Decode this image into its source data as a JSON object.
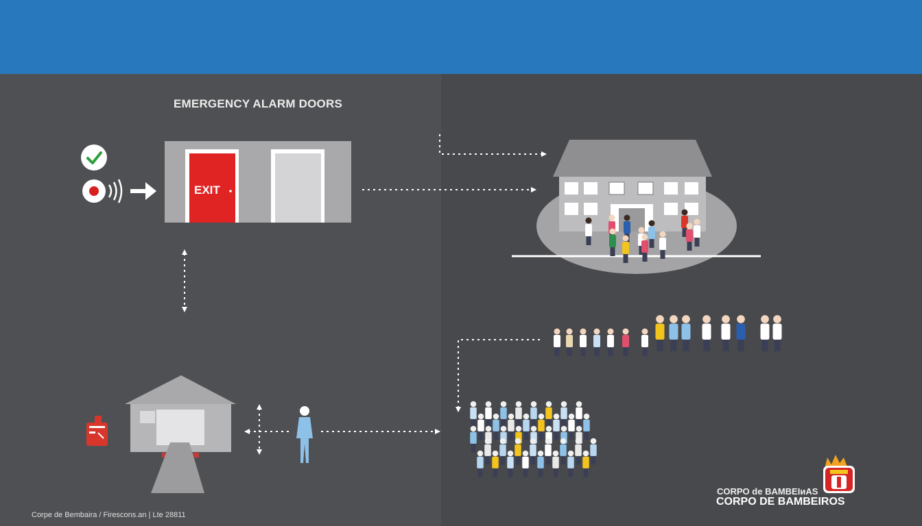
{
  "title": "EMERGENCY ALARM DOORS",
  "exit_sign": "EXIT",
  "branding": {
    "small_text": "CORPO de BAMBEIиAS",
    "large_text": "CORPO DE BAMBEIROS"
  },
  "footer": "Corpe de Bembaira / Firescons.an | Lte 28811",
  "colors": {
    "header": "#2878bd",
    "background_left": "#4f5053",
    "background_right": "#48494c",
    "exit_door": "#e02424",
    "check": "#2e9e3e",
    "alarm": "#d72020"
  },
  "icons": [
    "check-icon",
    "alarm-sound-icon",
    "arrow-right-icon",
    "fire-extinguisher-icon",
    "fire-brigade-emblem-icon"
  ]
}
